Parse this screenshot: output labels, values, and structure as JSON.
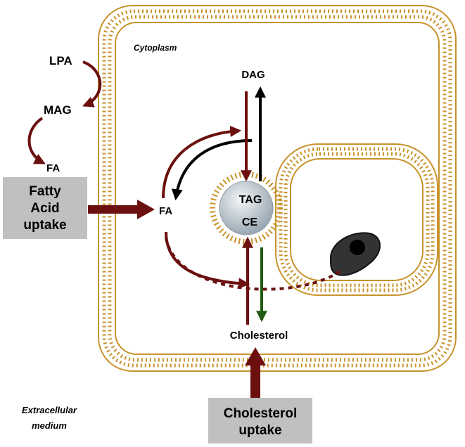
{
  "labels": {
    "cytoplasm": "Cytoplasm",
    "extracellular_line1": "Extracellular",
    "extracellular_line2": "medium",
    "lpa": "LPA",
    "mag": "MAG",
    "fa_outside": "FA",
    "fa_inside": "FA",
    "dag": "DAG",
    "tag": "TAG",
    "ce": "CE",
    "cholesterol": "Cholesterol"
  },
  "boxes": {
    "fatty_acid_uptake": [
      "Fatty",
      "Acid",
      "uptake"
    ],
    "cholesterol_uptake": [
      "Cholesterol",
      "uptake"
    ]
  },
  "colors": {
    "membrane": "#c8922a",
    "arrow_dark_red": "#6b0f0f",
    "arrow_black": "#000000",
    "arrow_green": "#1e5a10",
    "box_fill": "#c0c0c0",
    "droplet_core": "#b8c4cc",
    "organelle_dark": "#333333"
  }
}
